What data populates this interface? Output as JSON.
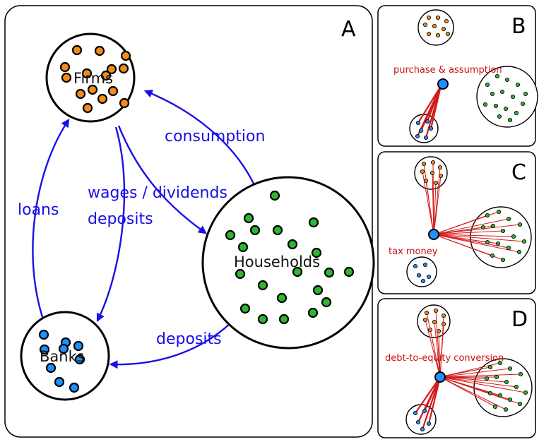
{
  "colors": {
    "flow": "#1a0fe8",
    "firm_agent": "#f28c1b",
    "household_agent": "#2fb52f",
    "bank_agent": "#1e90ff",
    "intervention": "#cc1111"
  },
  "panel_a": {
    "letter": "A",
    "nodes": {
      "firms": "Firms",
      "households": "Households",
      "banks": "Banks"
    },
    "flows": {
      "consumption": "consumption",
      "wages_dividends": "wages / dividends",
      "deposits_firms": "deposits",
      "loans": "loans",
      "deposits_households": "deposits"
    }
  },
  "panel_b": {
    "letter": "B",
    "label": "purchase & assumption"
  },
  "panel_c": {
    "letter": "C",
    "label": "tax money"
  },
  "panel_d": {
    "letter": "D",
    "label": "debt-to-equity conversion"
  }
}
